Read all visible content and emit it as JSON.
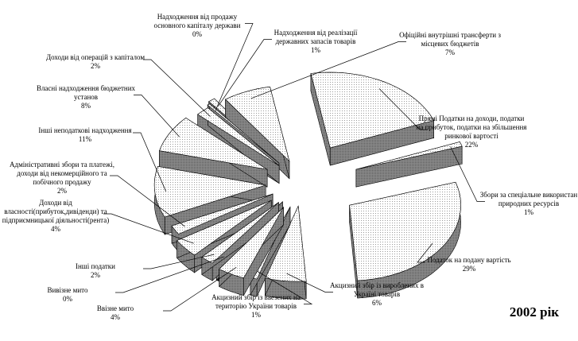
{
  "chart_data": {
    "type": "pie",
    "variant": "3d-exploded",
    "title": "2002 рік",
    "title_position": "bottom-right",
    "slices": [
      {
        "label": "Прямі Податки на доходи, податки на прибуток, податки на збільшення ринкової вартості",
        "value": 22,
        "value_label": "22%"
      },
      {
        "label": "Збори за спеціальне використан природних ресурсів",
        "value": 1,
        "value_label": "1%"
      },
      {
        "label": "Податок на подану вартість",
        "value": 29,
        "value_label": "29%"
      },
      {
        "label": "Акцизний збір із вироблених в Україні товарів",
        "value": 6,
        "value_label": "6%"
      },
      {
        "label": "Акцизний збір із ввезених на територію України товарів",
        "value": 1,
        "value_label": "1%"
      },
      {
        "label": "Ввізне мито",
        "value": 4,
        "value_label": "4%"
      },
      {
        "label": "Вивізне мито",
        "value": 0,
        "value_label": "0%"
      },
      {
        "label": "Інші податки",
        "value": 2,
        "value_label": "2%"
      },
      {
        "label": "Доходи від власності(прибуток,дивіденди) та підприємницької діяльності(рента)",
        "value": 4,
        "value_label": "4%"
      },
      {
        "label": "Адміністративні збори та платежі, доходи від некомерційного та побічного продажу",
        "value": 2,
        "value_label": "2%"
      },
      {
        "label": "Інші неподаткові надходження",
        "value": 11,
        "value_label": "11%"
      },
      {
        "label": "Власні надходження бюджетних установ",
        "value": 8,
        "value_label": "8%"
      },
      {
        "label": "Доходи від операцій з капіталом",
        "value": 2,
        "value_label": "2%"
      },
      {
        "label": "Надходження від продажу основного капіталу держави",
        "value": 0,
        "value_label": "0%"
      },
      {
        "label": "Надходження від реалізації державних запасів товарів",
        "value": 1,
        "value_label": "1%"
      },
      {
        "label": "Офіційні внутрішні трансферти з місцевих бюджетів",
        "value": 7,
        "value_label": "7%"
      }
    ],
    "legend": "none (leader-line labels)",
    "colors": {
      "top": "#f4f4f4",
      "side": "#808080",
      "edge": "#000000"
    }
  }
}
